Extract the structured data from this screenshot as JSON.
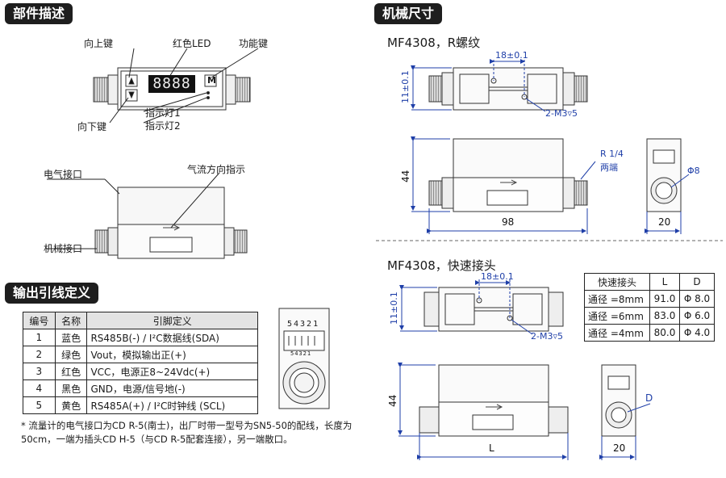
{
  "sections": {
    "parts": "部件描述",
    "output": "输出引线定义",
    "mech": "机械尺寸"
  },
  "parts_labels": {
    "up_key": "向上键",
    "led": "红色LED",
    "func_key": "功能键",
    "down_key": "向下键",
    "indicator1": "指示灯1",
    "indicator2": "指示灯2",
    "electric_port": "电气接口",
    "airflow": "气流方向指示",
    "mech_port": "机械接口",
    "display": "8888",
    "m_key": "M"
  },
  "wire_table": {
    "headers": [
      "编号",
      "名称",
      "引脚定义"
    ],
    "rows": [
      [
        "1",
        "蓝色",
        "RS485B(-) / I²C数据线(SDA)"
      ],
      [
        "2",
        "绿色",
        "Vout，模拟输出正(+)"
      ],
      [
        "3",
        "红色",
        "VCC，电源正8~24Vdc(+)"
      ],
      [
        "4",
        "黑色",
        "GND，电源/信号地(-)"
      ],
      [
        "5",
        "黄色",
        "RS485A(+) / I²C时钟线 (SCL)"
      ]
    ]
  },
  "connector_pins": "54321",
  "note": "* 流量计的电气接口为CD R-5(南士)，出厂时带一型号为SN5-50的配线，长度为50cm，一端为插头CD H-5（与CD R-5配套连接），另一端散口。",
  "mf_r": {
    "title": "MF4308，R螺纹",
    "dim_18": "18±0.1",
    "dim_11": "11±0.1",
    "m3": "2-M3▿5",
    "dim_44": "44",
    "dim_98": "98",
    "thread": "R 1/4",
    "both_ends": "两端",
    "phi8": "Φ8",
    "dim_20": "20"
  },
  "mf_q": {
    "title": "MF4308，快速接头",
    "dim_18": "18±0.1",
    "dim_11": "11±0.1",
    "m3": "2-M3▿5",
    "dim_44": "44",
    "dim_L": "L",
    "dim_D": "D",
    "dim_20": "20"
  },
  "size_table": {
    "headers": [
      "快速接头",
      "L",
      "D"
    ],
    "rows": [
      [
        "通径 =8mm",
        "91.0",
        "Φ 8.0"
      ],
      [
        "通径 =6mm",
        "83.0",
        "Φ 6.0"
      ],
      [
        "通径 =4mm",
        "80.0",
        "Φ 4.0"
      ]
    ]
  },
  "colors": {
    "dim_blue": "#1f3fa8",
    "header_bg": "#1e1e1e"
  }
}
